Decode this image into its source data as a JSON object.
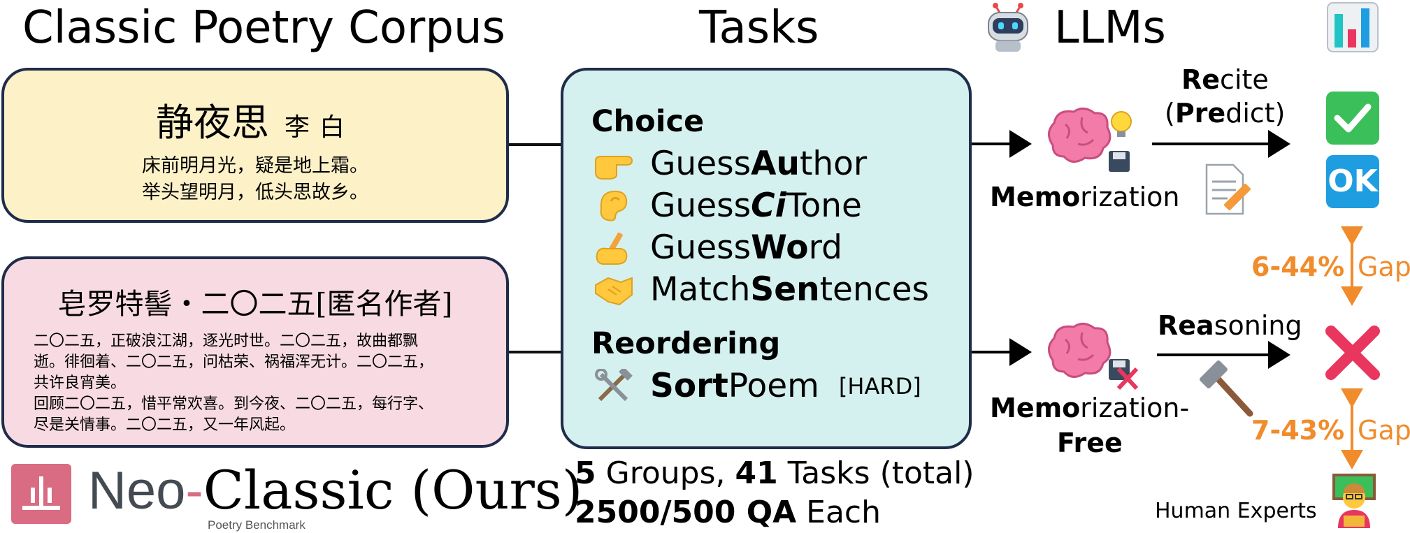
{
  "headers": {
    "corpus": "Classic Poetry Corpus",
    "tasks": "Tasks",
    "llms": "LLMs"
  },
  "poem1": {
    "title": "静夜思",
    "author": "李白",
    "lines": [
      "床前明月光，疑是地上霜。",
      "举头望明月，低头思故乡。"
    ]
  },
  "poem2": {
    "title": "皂罗特髻・二〇二五[匿名作者]",
    "lines": [
      "二〇二五，正破浪江湖，逐光时世。二〇二五，故曲都飘",
      "逝。徘徊着、二〇二五，问枯荣、祸福浑无计。二〇二五，",
      "共许良宵美。",
      "回顾二〇二五，惜平常欢喜。到今夜、二〇二五，每行字、",
      "尽是关情事。二〇二五，又一年风起。"
    ]
  },
  "tasks": {
    "choice_heading": "Choice",
    "choice_items": [
      {
        "icon": "pointing-hand-icon",
        "prefix": "Guess ",
        "bold": "Au",
        "rest": "thor"
      },
      {
        "icon": "ear-icon",
        "prefix": "Guess ",
        "bold": "Ci",
        "rest": " Tone"
      },
      {
        "icon": "writing-hand-icon",
        "prefix": "Guess ",
        "bold": "Wo",
        "rest": "rd"
      },
      {
        "icon": "handshake-icon",
        "prefix": "Match ",
        "bold": "Sen",
        "rest": "tences"
      }
    ],
    "reorder_heading": "Reordering",
    "sort": {
      "icon": "tools-icon",
      "bold": "Sort",
      "rest": " Poem",
      "tag": "[HARD]"
    }
  },
  "stats": {
    "groups_num": "5",
    "groups_text": " Groups,",
    "tasks_num": "41",
    "tasks_text": " Tasks (total)",
    "qa_num": "2500/500 QA",
    "qa_text": " Each"
  },
  "brand": {
    "neo": "Neo",
    "dash": "-",
    "classic": "Classic (Ours)",
    "subtitle": "Poetry Benchmark"
  },
  "llm": {
    "recite_bold": "Re",
    "recite_rest": "cite",
    "predict_open": "(",
    "predict_bold": "Pre",
    "predict_rest": "dict)",
    "memorization_bold": "Memo",
    "memorization_rest": "rization",
    "reasoning_bold": "Rea",
    "reasoning_rest": "soning",
    "memfree_line1_bold": "Memo",
    "memfree_line1_rest": "rization-",
    "memfree_line2": "Free",
    "gap1_value": "6-44%",
    "gap1_label": "Gap",
    "gap2_value": "7-43%",
    "gap2_label": "Gap",
    "human": "Human Experts",
    "ok": "OK"
  },
  "colors": {
    "poem1_bg": "#fdf1c8",
    "poem2_bg": "#f8dbe2",
    "tasks_bg": "#d4f1ef",
    "border": "#1f2d4a",
    "gap_orange": "#f08c2c",
    "check_green": "#3bbf5a",
    "ok_blue": "#1e9ee0",
    "cross_red": "#e8365f"
  }
}
